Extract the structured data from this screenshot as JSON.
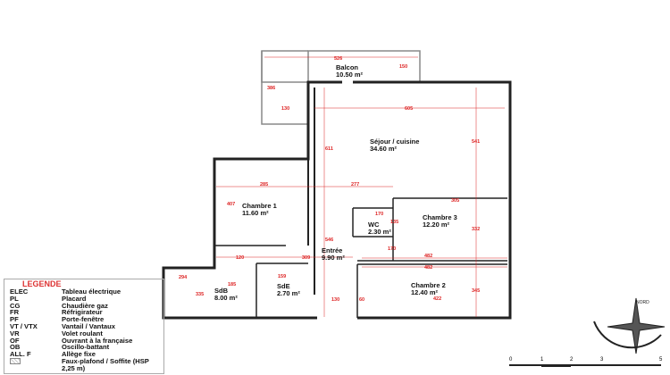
{
  "rooms": [
    {
      "name": "Balcon",
      "area": "10.50 m²"
    },
    {
      "name": "Séjour / cuisine",
      "area": "34.60 m²"
    },
    {
      "name": "Chambre 1",
      "area": "11.60 m²"
    },
    {
      "name": "Chambre 3",
      "area": "12.20 m²"
    },
    {
      "name": "WC",
      "area": "2.30 m²"
    },
    {
      "name": "Entrée",
      "area": "9.90 m²"
    },
    {
      "name": "SdB",
      "area": "8.00 m²"
    },
    {
      "name": "SdE",
      "area": "2.70 m²"
    },
    {
      "name": "Chambre 2",
      "area": "12.40 m²"
    }
  ],
  "dimensions": [
    "526",
    "150",
    "386",
    "130",
    "605",
    "611",
    "541",
    "285",
    "277",
    "407",
    "170",
    "305",
    "332",
    "120",
    "309",
    "546",
    "482",
    "482",
    "422",
    "130",
    "60",
    "294",
    "159",
    "185",
    "335",
    "345",
    "170",
    "135"
  ],
  "legend": {
    "title": "LEGENDE",
    "items": [
      {
        "code": "ELEC",
        "label": "Tableau électrique"
      },
      {
        "code": "PL",
        "label": "Placard"
      },
      {
        "code": "CG",
        "label": "Chaudière gaz"
      },
      {
        "code": "FR",
        "label": "Réfrigirateur"
      },
      {
        "code": "PF",
        "label": "Porte-fenêtre"
      },
      {
        "code": "VT / VTX",
        "label": "Vantail / Vantaux"
      },
      {
        "code": "VR",
        "label": "Volet roulant"
      },
      {
        "code": "OF",
        "label": "Ouvrant à la française"
      },
      {
        "code": "OB",
        "label": "Oscillo-battant"
      },
      {
        "code": "ALL. F",
        "label": "Allège fixe"
      },
      {
        "code": "",
        "label": "Faux-plafond / Soffite (HSP 2,25 m)"
      }
    ]
  },
  "compass": {
    "label": "NORD"
  },
  "scale": {
    "ticks": [
      "0",
      "1",
      "2",
      "3",
      "5"
    ]
  },
  "colors": {
    "wall": "#222222",
    "dimension": "#dd2222"
  }
}
